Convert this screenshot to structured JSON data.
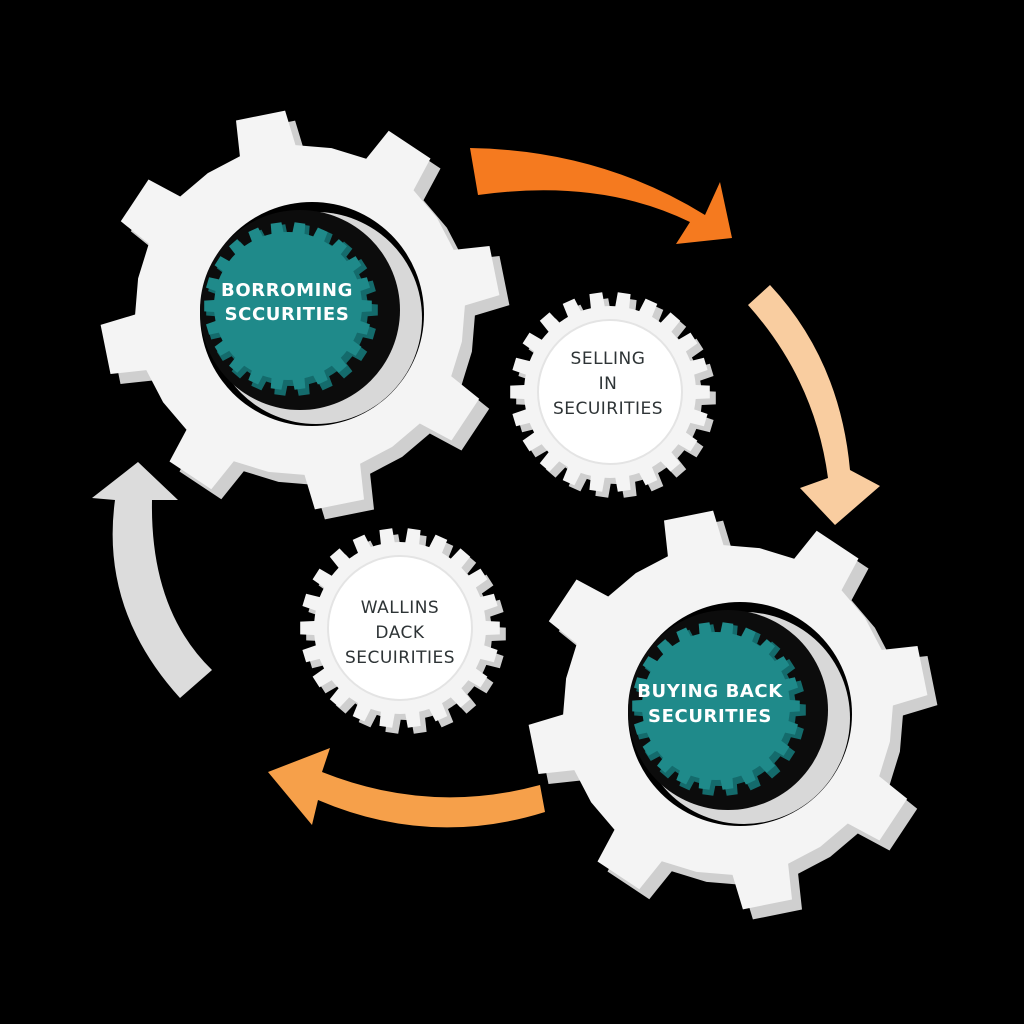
{
  "colors": {
    "background": "#000000",
    "gear_white": "#f4f4f4",
    "gear_shadow": "#cfcfcf",
    "teal": "#1f8a8a",
    "teal_dark": "#146b6c",
    "arrow_orange": "#f57a1f",
    "arrow_peach": "#f9cda0",
    "arrow_light_orange": "#f6a04a",
    "arrow_grey": "#dcdcdc"
  },
  "gears": [
    {
      "id": "borrowing",
      "lines": [
        "BORROMING",
        "SCCURITIES"
      ],
      "style": "large-teal"
    },
    {
      "id": "selling",
      "lines": [
        "SELLING",
        "IN",
        "SECUIRITIES"
      ],
      "style": "small-white"
    },
    {
      "id": "walling",
      "lines": [
        "WALLINS",
        "DACK",
        "SECUIRITIES"
      ],
      "style": "small-white"
    },
    {
      "id": "buying",
      "lines": [
        "BUYING BACK",
        "SECURITIES"
      ],
      "style": "large-teal"
    }
  ],
  "arrows": [
    {
      "id": "top-orange",
      "color": "arrow_orange"
    },
    {
      "id": "right-peach",
      "color": "arrow_peach"
    },
    {
      "id": "bottom-orange",
      "color": "arrow_light_orange"
    },
    {
      "id": "left-grey",
      "color": "arrow_grey"
    }
  ]
}
